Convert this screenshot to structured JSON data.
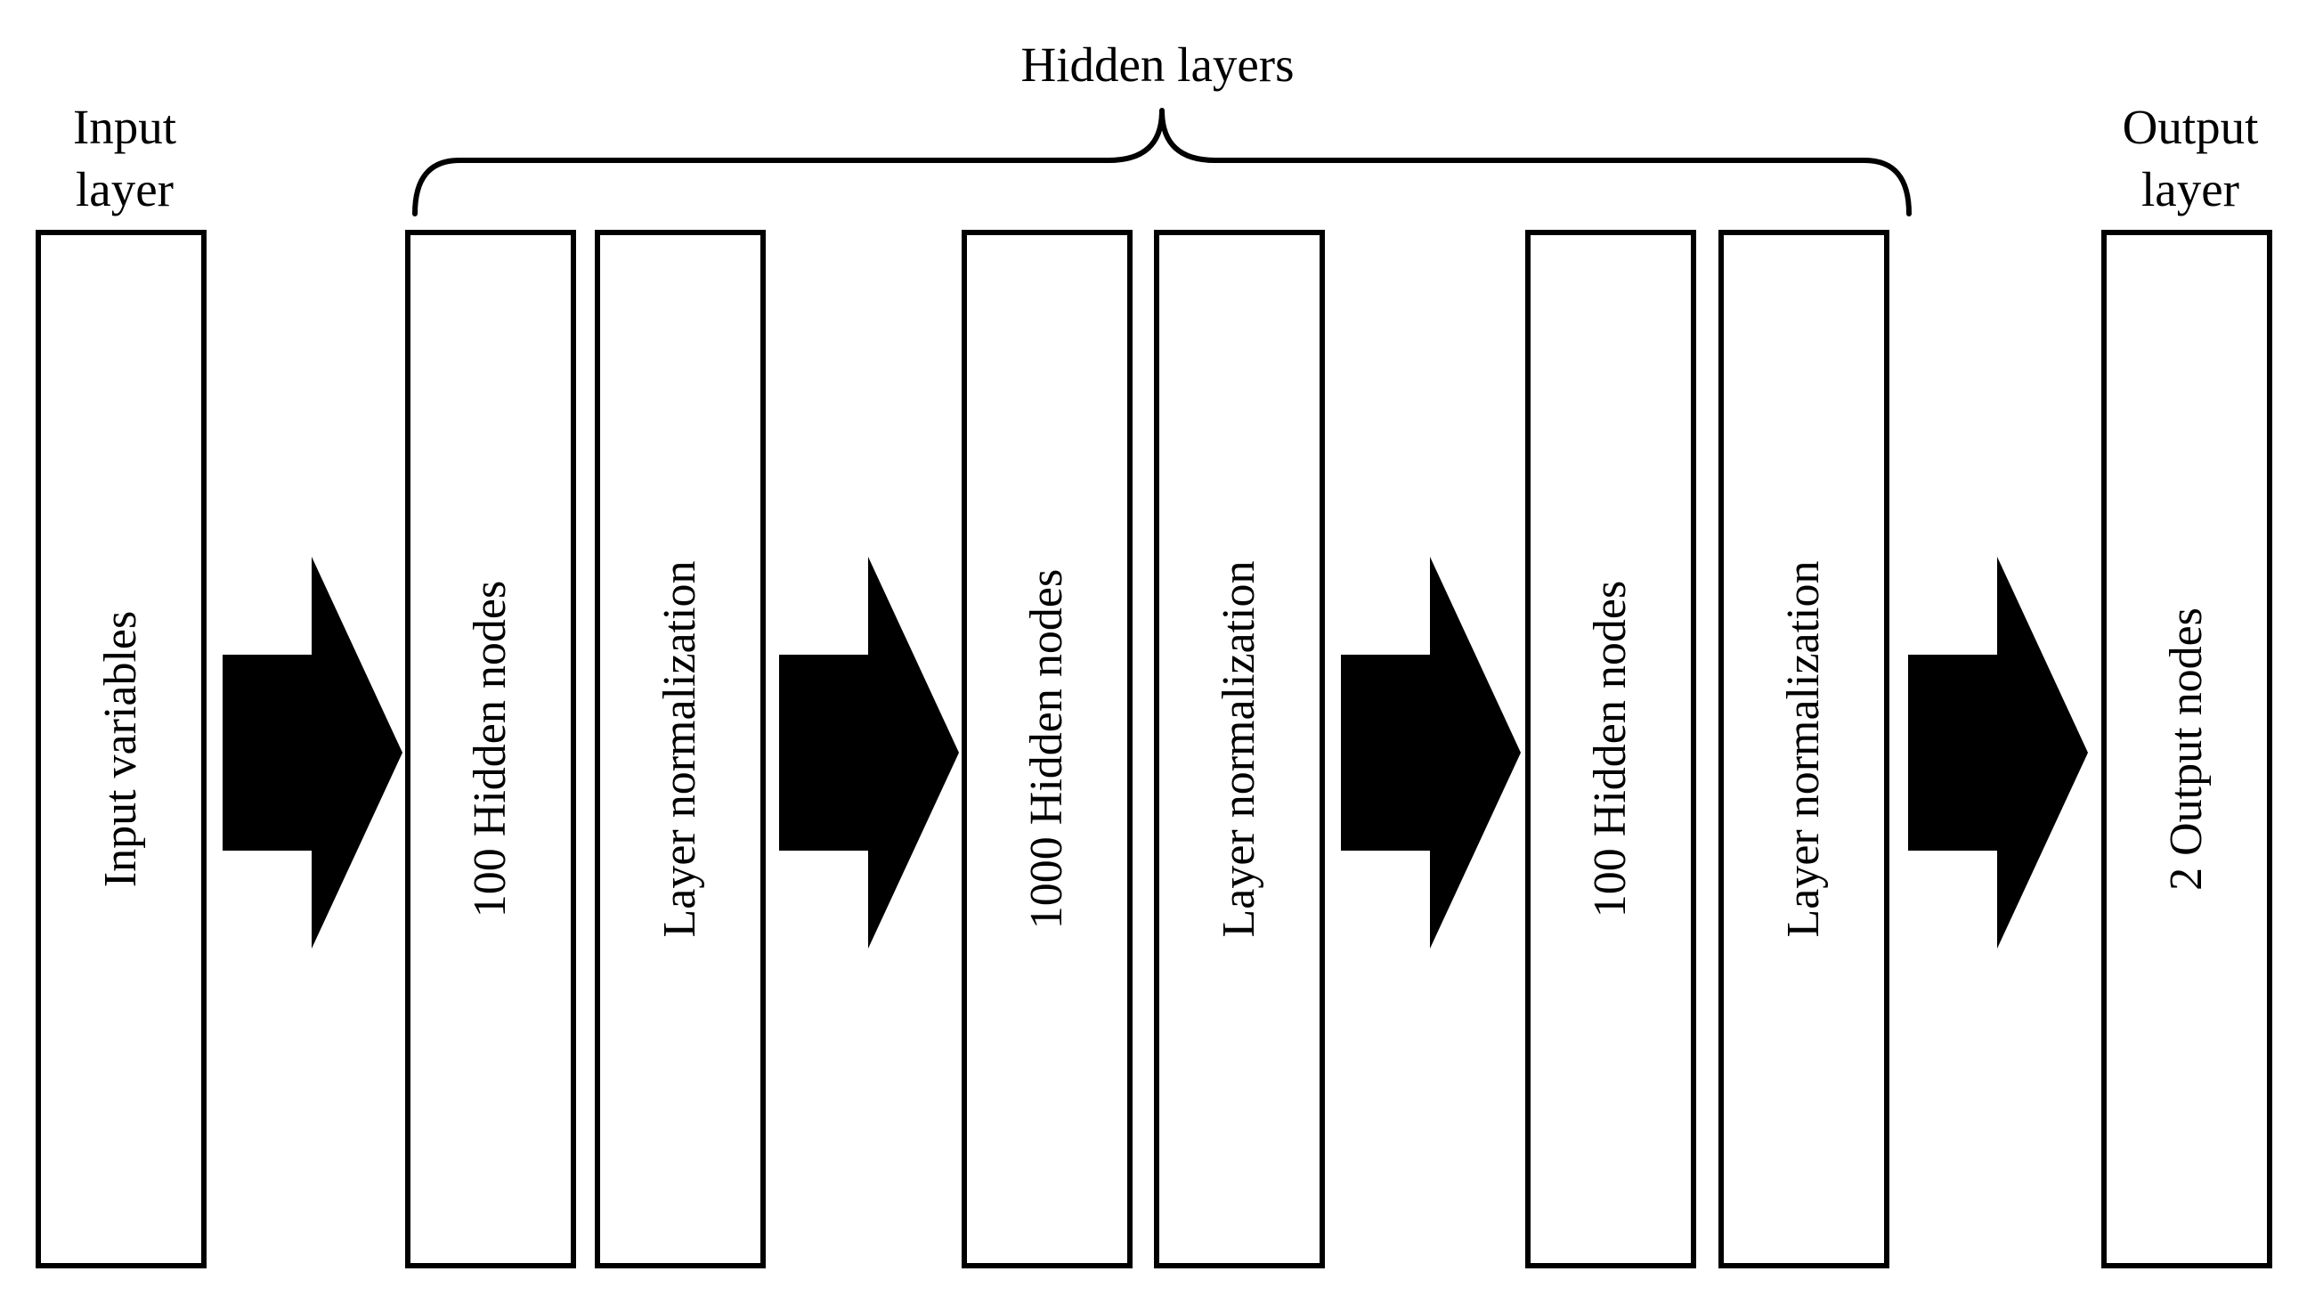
{
  "headings": {
    "input_layer": [
      "Input",
      "layer"
    ],
    "hidden_layers": "Hidden layers",
    "output_layer": [
      "Output",
      "layer"
    ]
  },
  "layers": [
    {
      "label": "Input variables"
    },
    {
      "label": "100 Hidden nodes"
    },
    {
      "label": "Layer normalization"
    },
    {
      "label": "1000 Hidden nodes"
    },
    {
      "label": "Layer normalization"
    },
    {
      "label": "100 Hidden nodes"
    },
    {
      "label": "Layer normalization"
    },
    {
      "label": "2 Output nodes"
    }
  ]
}
